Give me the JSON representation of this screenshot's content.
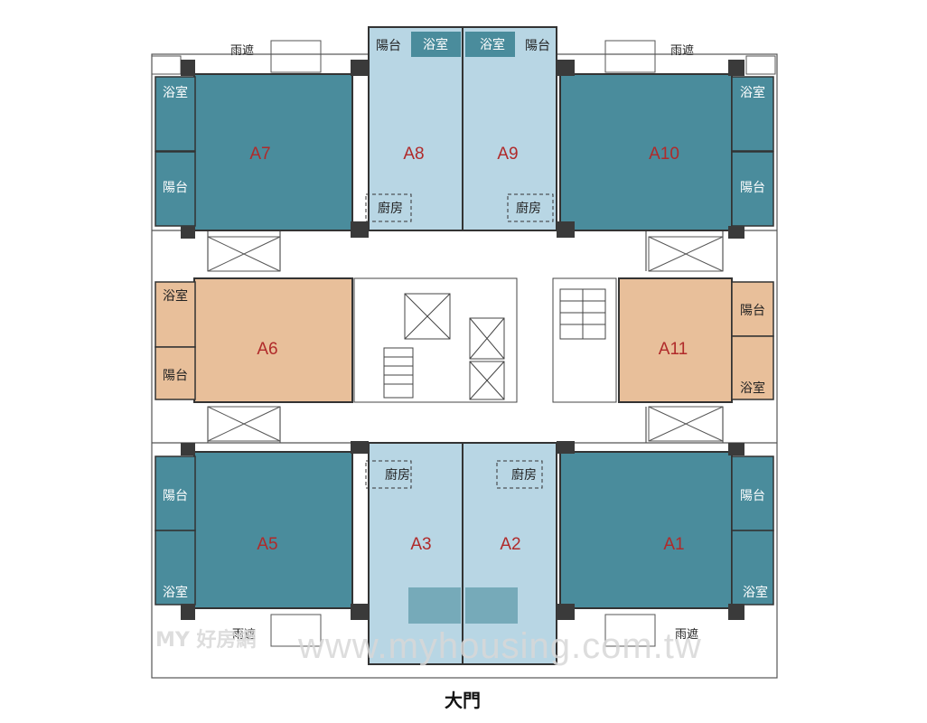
{
  "colors": {
    "unit_dark": "#4a8c9c",
    "unit_light": "#b8d6e4",
    "unit_peach": "#e8bf9a",
    "label_red": "#b02a2a",
    "wall": "#3a3a3a",
    "room_text_on_dark": "#ffffff",
    "room_text_on_light": "#222222"
  },
  "units": {
    "a1": "A1",
    "a2": "A2",
    "a3": "A3",
    "a5": "A5",
    "a6": "A6",
    "a7": "A7",
    "a8": "A8",
    "a9": "A9",
    "a10": "A10",
    "a11": "A11"
  },
  "rooms": {
    "bathroom": "浴室",
    "balcony": "陽台",
    "kitchen": "廚房"
  },
  "canopy": "雨遮",
  "entrance": "大門",
  "watermark": {
    "logo": "MY 好房網",
    "url": "www.myhousing.com.tw"
  }
}
